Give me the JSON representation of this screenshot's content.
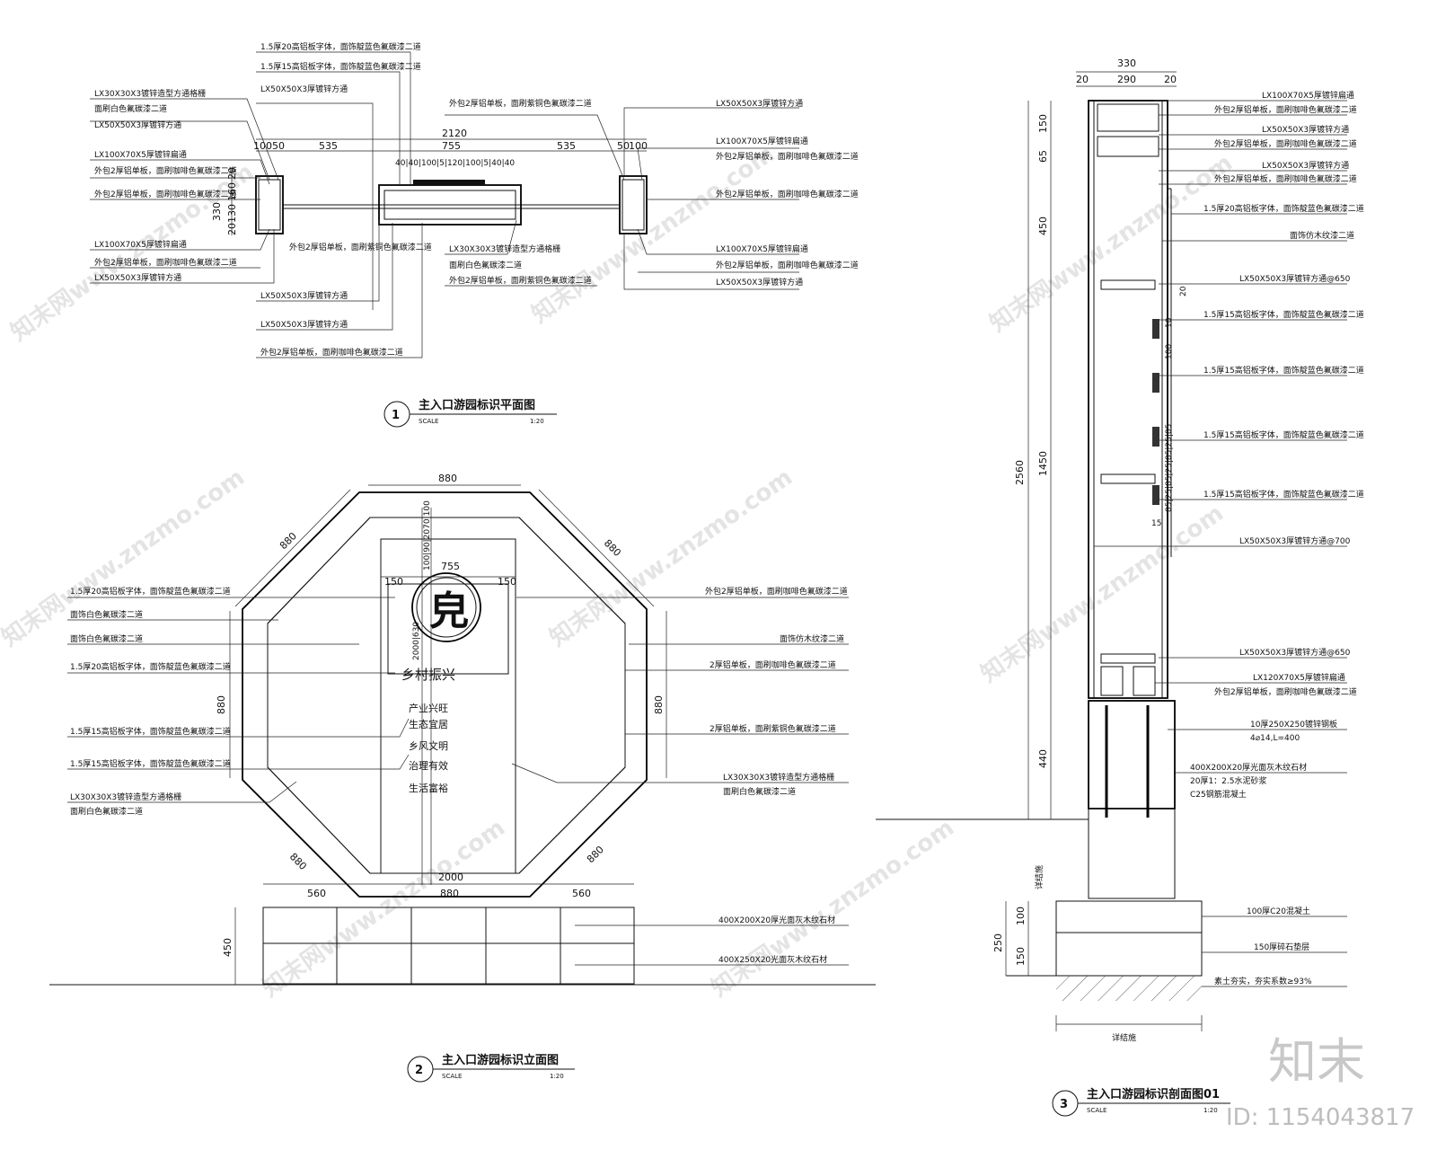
{
  "plan": {
    "dims": {
      "total": "2120",
      "left_a": "100",
      "left_b": "50",
      "left_seg": "535",
      "center": "755",
      "right_seg": "535",
      "right_a": "50",
      "right_b": "100",
      "chain": "40|40|100|5|120|100|5|40|40",
      "h330": "330",
      "h20a": "20",
      "h160": "160",
      "h20b": "20",
      "h130": "130",
      "h20c": "20"
    },
    "notes": [
      "1.5厚20高铝板字体，面饰靛蓝色氟碳漆二道",
      "1.5厚15高铝板字体，面饰靛蓝色氟碳漆二道",
      "LX30X30X3镀锌造型方通格栅",
      "面刷白色氟碳漆二道",
      "LX50X50X3厚镀锌方通",
      "LX50X50X3厚镀锌方通",
      "LX100X70X5厚镀锌扁通",
      "外包2厚铝单板，面刷咖啡色氟碳漆二道",
      "外包2厚铝单板，面刷咖啡色氟碳漆二道",
      "LX100X70X5厚镀锌扁通",
      "外包2厚铝单板，面刷咖啡色氟碳漆二道",
      "LX50X50X3厚镀锌方通",
      "外包2厚铝单板，面刷紫铜色氟碳漆二道",
      "LX50X50X3厚镀锌方通",
      "LX50X50X3厚镀锌方通",
      "外包2厚铝单板，面刷咖啡色氟碳漆二道",
      "外包2厚铝单板，面刷紫铜色氟碳漆二道",
      "LX50X50X3厚镀锌方通",
      "LX100X70X5厚镀锌扁通",
      "外包2厚铝单板，面刷咖啡色氟碳漆二道",
      "外包2厚铝单板，面刷咖啡色氟碳漆二道",
      "LX30X30X3镀锌造型方通格栅",
      "面刷白色氟碳漆二道",
      "外包2厚铝单板，面刷紫铜色氟碳漆二道",
      "LX100X70X5厚镀锌扁通",
      "外包2厚铝单板，面刷咖啡色氟碳漆二道",
      "LX50X50X3厚镀锌方通"
    ],
    "title": "主入口游园标识平面图",
    "number": "1",
    "scale_label": "SCALE",
    "scale": "1:20"
  },
  "elevation": {
    "dims": {
      "top": "880",
      "diag_l": "880",
      "diag_r": "880",
      "inner": "755",
      "left_150": "150",
      "right_150": "150",
      "h880l": "880",
      "h880r": "880",
      "diag_bl": "880",
      "diag_br": "880",
      "w2000": "2000",
      "w560l": "560",
      "w880b": "880",
      "w560r": "560",
      "h450": "450",
      "v_chain": "100|90|2070|100",
      "v_inner": "2000|630"
    },
    "notes_left": [
      "1.5厚20高铝板字体，面饰靛蓝色氟碳漆二道",
      "面饰白色氟碳漆二道",
      "面饰白色氟碳漆二道",
      "1.5厚20高铝板字体，面饰靛蓝色氟碳漆二道",
      "1.5厚15高铝板字体，面饰靛蓝色氟碳漆二道",
      "1.5厚15高铝板字体，面饰靛蓝色氟碳漆二道",
      "LX30X30X3镀锌造型方通格栅",
      "面刷白色氟碳漆二道"
    ],
    "notes_right": [
      "外包2厚铝单板，面刷咖啡色氟碳漆二道",
      "面饰仿木纹漆二道",
      "2厚铝单板，面刷咖啡色氟碳漆二道",
      "2厚铝单板，面刷紫铜色氟碳漆二道",
      "LX30X30X3镀锌造型方通格栅",
      "面刷白色氟碳漆二道",
      "400X200X20厚光面灰木纹石材",
      "400X250X20光面灰木纹石材"
    ],
    "sign_title": "乡村振兴",
    "sign_lines": [
      "产业兴旺",
      "生态宜居",
      "乡风文明",
      "治理有效",
      "生活富裕"
    ],
    "title": "主入口游园标识立面图",
    "number": "2",
    "scale_label": "SCALE",
    "scale": "1:20"
  },
  "section": {
    "dims": {
      "w330": "330",
      "w20a": "20",
      "w290": "290",
      "w20b": "20",
      "h2560": "2560",
      "h150": "150",
      "h65": "65",
      "h450": "450",
      "h1450": "1450",
      "h440": "440",
      "h250": "250",
      "h100": "100",
      "h150b": "150",
      "v20": "20",
      "v10": "10",
      "v100": "100",
      "v_chain": "85|25|85|25|85|25|85",
      "v15": "15"
    },
    "notes": [
      "LX100X70X5厚镀锌扁通",
      "外包2厚铝单板，面刷咖啡色氟碳漆二道",
      "LX50X50X3厚镀锌方通",
      "外包2厚铝单板，面刷咖啡色氟碳漆二道",
      "LX50X50X3厚镀锌方通",
      "外包2厚铝单板，面刷咖啡色氟碳漆二道",
      "1.5厚20高铝板字体，面饰靛蓝色氟碳漆二道",
      "面饰仿木纹漆二道",
      "LX50X50X3厚镀锌方通@650",
      "1.5厚15高铝板字体，面饰靛蓝色氟碳漆二道",
      "1.5厚15高铝板字体，面饰靛蓝色氟碳漆二道",
      "1.5厚15高铝板字体，面饰靛蓝色氟碳漆二道",
      "1.5厚15高铝板字体，面饰靛蓝色氟碳漆二道",
      "LX50X50X3厚镀锌方通@700",
      "LX50X50X3厚镀锌方通@650",
      "LX120X70X5厚镀锌扁通",
      "外包2厚铝单板，面刷咖啡色氟碳漆二道",
      "10厚250X250镀锌钢板",
      "4⌀14,L=400",
      "400X200X20厚光面灰木纹石材",
      "20厚1：2.5水泥砂浆",
      "C25钢筋混凝土",
      "100厚C20混凝土",
      "150厚碎石垫层",
      "素土夯实，夯实系数≥93%"
    ],
    "tag_top": "详结施",
    "tag_bottom": "详结施",
    "title": "主入口游园标识剖面图01",
    "number": "3",
    "scale_label": "SCALE",
    "scale": "1:20"
  },
  "watermarks": [
    "知末网www.znzmo.com",
    "知末网www.znzmo.com",
    "知末网www.znzmo.com",
    "知末网www.znzmo.com",
    "知末网www.znzmo.com",
    "知末网www.znzmo.com",
    "知末网www.znzmo.com",
    "知末网www.znzmo.com"
  ],
  "brand": {
    "logo": "知末",
    "id": "ID: 1154043817"
  }
}
